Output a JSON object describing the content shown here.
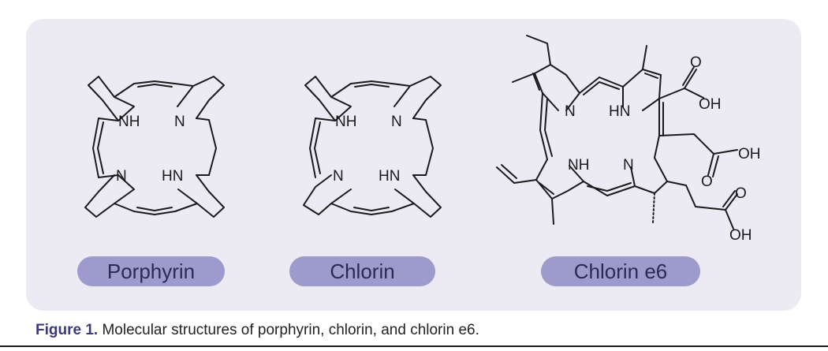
{
  "molecules": [
    {
      "name": "Porphyrin",
      "atom_labels": [
        "NH",
        "N",
        "N",
        "HN"
      ]
    },
    {
      "name": "Chlorin",
      "atom_labels": [
        "NH",
        "N",
        "N",
        "HN"
      ]
    },
    {
      "name": "Chlorin e6",
      "atom_labels": [
        "N",
        "HN",
        "NH",
        "N",
        "O",
        "OH",
        "OH",
        "O",
        "O",
        "OH"
      ]
    }
  ],
  "caption": {
    "label": "Figure 1.",
    "text": " Molecular structures of porphyrin, chlorin, and chlorin e6."
  },
  "colors": {
    "panel_background": "#ecebf4",
    "pill_background": "#9c9bcb",
    "pill_text": "#2c2a55",
    "caption_label": "#3b3a7a"
  }
}
